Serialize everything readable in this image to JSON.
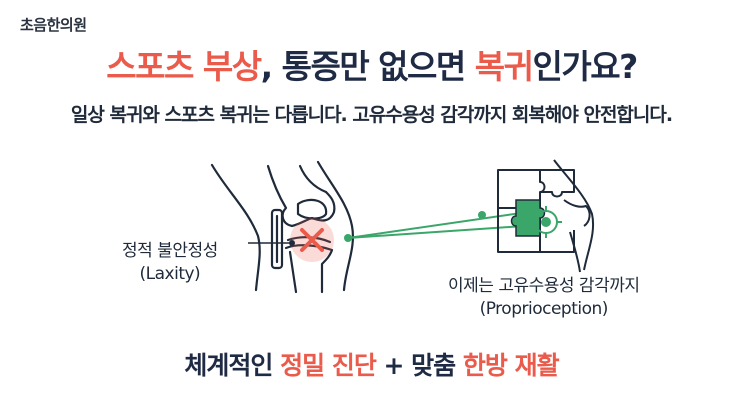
{
  "brand": "초음한의원",
  "title": {
    "part1": "스포츠 부상",
    "part2": ", 통증만 없으면 ",
    "part3": "복귀",
    "part4": "인가요?"
  },
  "subtitle": "일상 복귀와 스포츠 복귀는 다릅니다. 고유수용성 감각까지 회복해야 안전합니다.",
  "left_label": {
    "line1": "정적 불안정성",
    "line2": "(Laxity)"
  },
  "right_label": {
    "line1": "이제는 고유수용성 감각까지",
    "line2": "(Proprioception)"
  },
  "bottom": {
    "part1": "체계적인 ",
    "part2": "정밀 진단",
    "part3": " + 맞춤 ",
    "part4": "한방 재활"
  },
  "colors": {
    "accent": "#ea5b4b",
    "navy": "#1f2a44",
    "green": "#3aa66a",
    "line": "#1f2a3a"
  },
  "icons": [
    "knee-joint-icon",
    "x-mark-icon",
    "puzzle-icon",
    "target-icon"
  ]
}
